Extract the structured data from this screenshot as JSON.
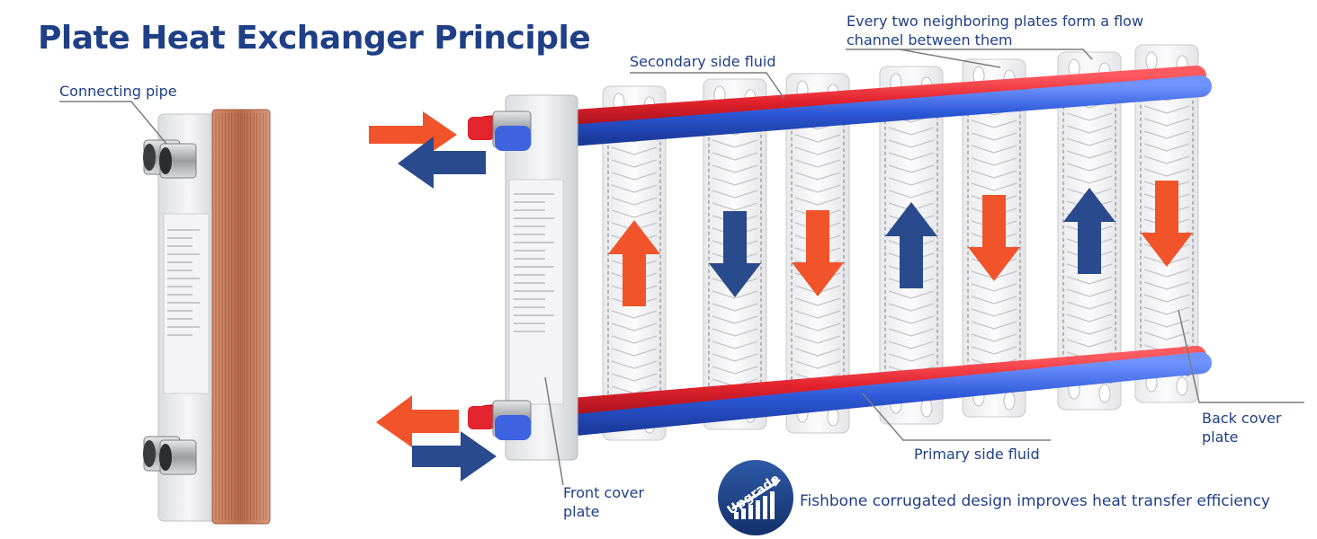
{
  "title": "Plate Heat Exchanger Principle",
  "labels": {
    "connecting_pipe": "Connecting pipe",
    "secondary_fluid": "Secondary side fluid",
    "flow_channel_line1": "Every two neighboring plates form a flow",
    "flow_channel_line2": "channel between them",
    "primary_fluid": "Primary side fluid",
    "back_cover_line1": "Back cover",
    "back_cover_line2": "plate",
    "front_cover_line1": "Front cover",
    "front_cover_line2": "plate"
  },
  "badge": {
    "text": "Upgrade",
    "caption": "Fishbone corrugated design improves heat transfer efficiency"
  },
  "plate_flows": [
    "up-hot",
    "down-cold",
    "down-hot",
    "up-cold",
    "down-hot",
    "up-cold",
    "down-hot"
  ],
  "colors": {
    "title": "#1f3f86",
    "hot": "#f1532a",
    "cold": "#294a8c",
    "hot_pipe": "#e3232e",
    "cold_pipe": "#2c57d6",
    "copper": "#c47a58",
    "plate": "#f2f2f4"
  }
}
